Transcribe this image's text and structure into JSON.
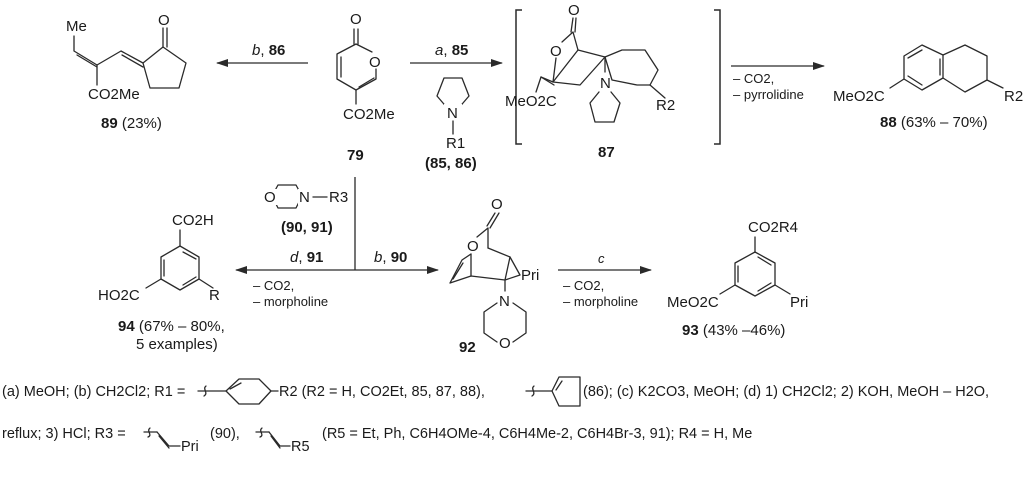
{
  "compounds": {
    "c79": {
      "id": "79",
      "substituent": "CO2Me"
    },
    "c89": {
      "id": "89",
      "yield": "(23%)",
      "top": "Me",
      "ester": "CO2Me"
    },
    "c87": {
      "id": "87",
      "ester": "MeO2C",
      "r": "R2",
      "n": "N",
      "o": "O"
    },
    "c88": {
      "id": "88",
      "yield": "(63% – 70%)",
      "ester": "MeO2C",
      "r": "R2"
    },
    "c92": {
      "id": "92",
      "sub": "Pri",
      "n": "N",
      "o": "O"
    },
    "c93": {
      "id": "93",
      "yield": "(43% –46%)",
      "top": "CO2R4",
      "ester": "MeO2C",
      "sub": "Pri"
    },
    "c94": {
      "id": "94",
      "yield_line1": "(67% – 80%,",
      "yield_line2": "5 examples)",
      "top": "CO2H",
      "ester": "HO2C",
      "sub": "R"
    },
    "amine85": {
      "label": "(85, 86)",
      "n": "N",
      "r": "R1"
    },
    "morph": {
      "label": "(90, 91)",
      "n": "N",
      "o": "O",
      "r": "R3"
    }
  },
  "arrows": {
    "to89": {
      "cond": "b",
      "reagent": "86"
    },
    "to87": {
      "cond": "a",
      "reagent": "85"
    },
    "to88": {
      "line1": "– CO2,",
      "line2": "– pyrrolidine"
    },
    "to94": {
      "cond": "d",
      "reagent": "91",
      "line1": "– CO2,",
      "line2": "– morpholine"
    },
    "to92": {
      "cond": "b",
      "reagent": "90"
    },
    "to93": {
      "cond": "c",
      "line1": "– CO2,",
      "line2": "– morpholine"
    }
  },
  "footnote": {
    "line1_a": "(a) MeOH; (b) CH2Cl2; R1 =",
    "line1_b": "R2 (R2 = H, CO2Et, 85, 87, 88),",
    "line1_c": "(86); (c) K2CO3, MeOH; (d) 1) CH2Cl2; 2) KOH, MeOH – H2O,",
    "line2_a": "reflux; 3) HCl; R3 =",
    "line2_pri": "Pri",
    "line2_b": "(90),",
    "line2_r5": "R5",
    "line2_c": "(R5 = Et, Ph, C6H4OMe-4, C6H4Me-2, C6H4Br-3, 91); R4 = H, Me"
  }
}
